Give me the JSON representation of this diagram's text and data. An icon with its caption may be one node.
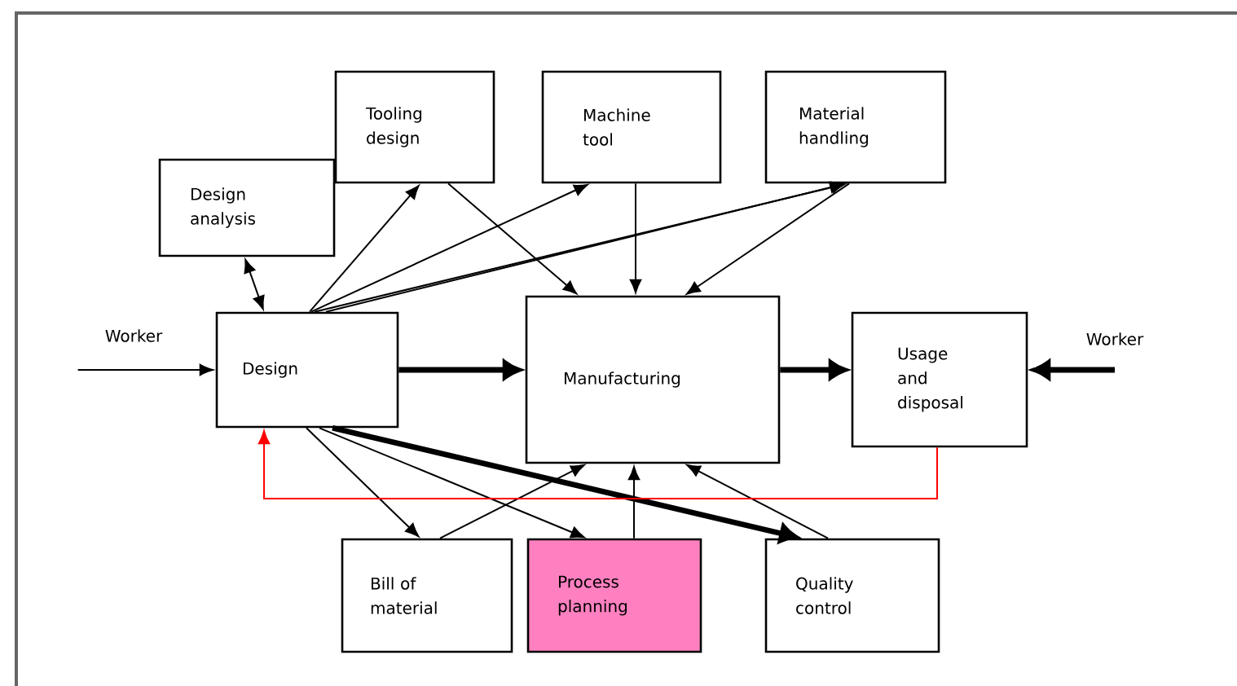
{
  "diagram": {
    "nodes": [
      {
        "text": [
          "Design analysis"
        ]
      },
      {
        "text": [
          "Tooling design"
        ]
      },
      {
        "text": [
          "Machine tool"
        ]
      },
      {
        "text": [
          "Material handling"
        ]
      },
      {
        "text": [
          "Worker"
        ]
      },
      {
        "text": [
          "Design"
        ]
      },
      {
        "text": [
          "Manufacturing"
        ]
      },
      {
        "text": [
          "Usage and disposal"
        ]
      },
      {
        "text": [
          "Worker"
        ]
      },
      {
        "text": [
          "Bill of material"
        ]
      },
      {
        "text": [
          "Process planning"
        ]
      },
      {
        "text": [
          "Quality control"
        ]
      }
    ],
    "edges": [
      {
        "from": 0,
        "to": 5,
        "arrow": "both"
      },
      {
        "from": 5,
        "to": 1,
        "arrow": "to"
      },
      {
        "from": 1,
        "to": 6,
        "arrow": "to"
      },
      {
        "from": 5,
        "to": 2,
        "arrow": "to"
      },
      {
        "from": 2,
        "to": 6,
        "arrow": "to"
      },
      {
        "from": 5,
        "to": 3,
        "arrow": "to"
      },
      {
        "from": 5,
        "to": 3,
        "arrow": "to"
      },
      {
        "from": 3,
        "to": 6,
        "arrow": "to"
      },
      {
        "from": 4,
        "to": 5,
        "arrow": "to"
      },
      {
        "from": 5,
        "to": 6,
        "arrow": "to",
        "style": "thick"
      },
      {
        "from": 6,
        "to": 7,
        "arrow": "to",
        "style": "thick"
      },
      {
        "from": 8,
        "to": 7,
        "arrow": "to",
        "style": "thick"
      },
      {
        "from": 5,
        "to": 9,
        "arrow": "to"
      },
      {
        "from": 9,
        "to": 6,
        "arrow": "to"
      },
      {
        "from": 5,
        "to": 10,
        "arrow": "to"
      },
      {
        "from": 10,
        "to": 6,
        "arrow": "to"
      },
      {
        "from": 5,
        "to": 11,
        "arrow": "to",
        "style": "thick"
      },
      {
        "from": 11,
        "to": 6,
        "arrow": "to"
      },
      {
        "from": 7,
        "to": 5,
        "arrow": "to",
        "color": "#ff0000"
      }
    ]
  }
}
